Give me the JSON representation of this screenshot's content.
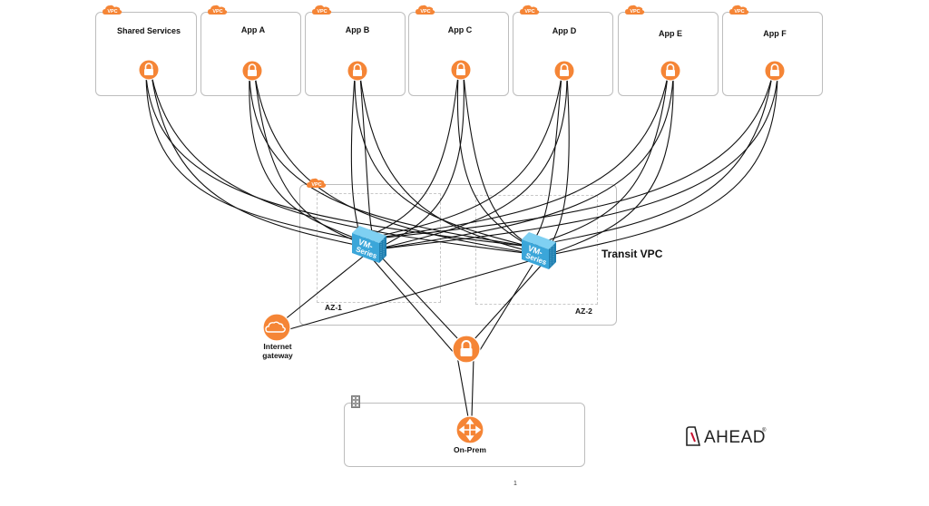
{
  "vpc_tag": "VPC",
  "app_vpcs": [
    {
      "id": "shared",
      "label": "Shared Services"
    },
    {
      "id": "a",
      "label": "App A"
    },
    {
      "id": "b",
      "label": "App B"
    },
    {
      "id": "c",
      "label": "App C"
    },
    {
      "id": "d",
      "label": "App D"
    },
    {
      "id": "e",
      "label": "App E"
    },
    {
      "id": "f",
      "label": "App F"
    }
  ],
  "transit": {
    "label": "Transit VPC",
    "az1": "AZ-1",
    "az2": "AZ-2"
  },
  "firewalls": [
    {
      "id": "fw1",
      "line1": "VM-",
      "line2": "Series"
    },
    {
      "id": "fw2",
      "line1": "VM-",
      "line2": "Series"
    }
  ],
  "internet_gateway": {
    "line1": "Internet",
    "line2": "gateway"
  },
  "onprem": {
    "label": "On-Prem"
  },
  "logo": {
    "text": "AHEAD",
    "mark": "®"
  },
  "page_number": "1",
  "colors": {
    "orange": "#F58536",
    "vmseries": "#3BA6D9",
    "box_border": "#bdbdbd"
  }
}
